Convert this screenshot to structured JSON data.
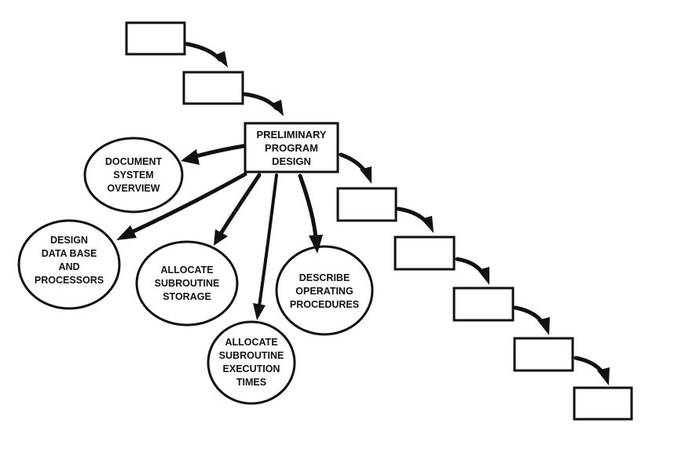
{
  "diagram": {
    "main_step": {
      "lines": [
        "PRELIMINARY",
        "PROGRAM",
        "DESIGN"
      ]
    },
    "tasks": [
      {
        "id": "document-system-overview",
        "lines": [
          "DOCUMENT",
          "SYSTEM",
          "OVERVIEW"
        ]
      },
      {
        "id": "design-data-base",
        "lines": [
          "DESIGN",
          "DATA BASE",
          "AND",
          "PROCESSORS"
        ]
      },
      {
        "id": "allocate-subroutine-storage",
        "lines": [
          "ALLOCATE",
          "SUBROUTINE",
          "STORAGE"
        ]
      },
      {
        "id": "allocate-subroutine-execution-times",
        "lines": [
          "ALLOCATE",
          "SUBROUTINE",
          "EXECUTION",
          "TIMES"
        ]
      },
      {
        "id": "describe-operating-procedures",
        "lines": [
          "DESCRIBE",
          "OPERATING",
          "PROCEDURES"
        ]
      }
    ],
    "colors": {
      "ink": "#111111",
      "background": "#ffffff"
    }
  }
}
